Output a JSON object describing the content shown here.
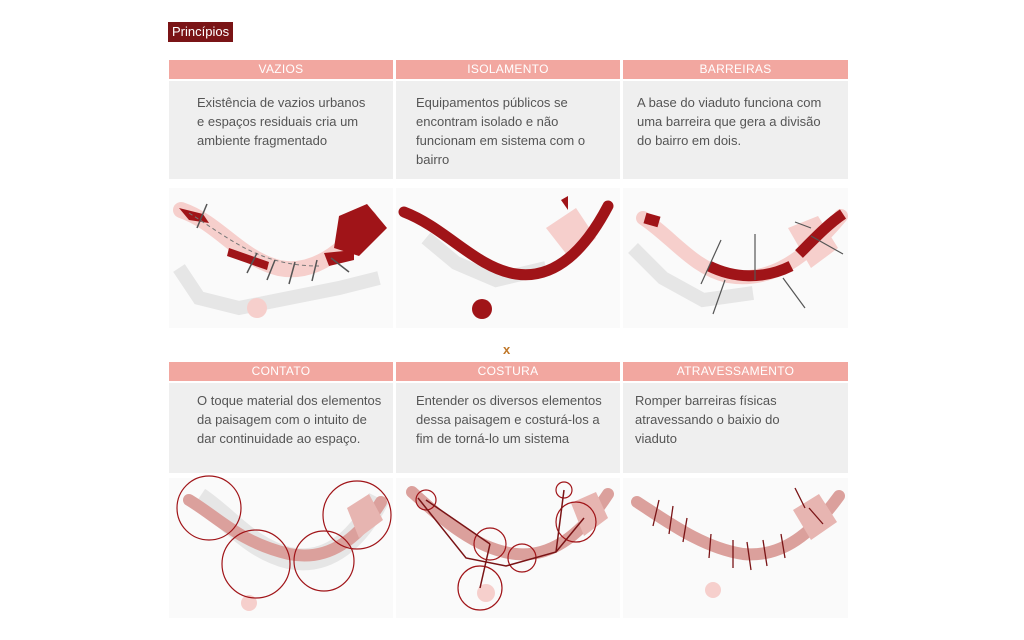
{
  "title": "Princípios",
  "separator": "x",
  "colors": {
    "dark_red": "#a01418",
    "pink": "#f2a7a0",
    "light_pink": "#f6cfcc",
    "panel_gray": "#efefef"
  },
  "row1": [
    {
      "header": "VAZIOS",
      "description": "Existência de vazios urbanos e espaços residuais cria um ambiente fragmentado"
    },
    {
      "header": "ISOLAMENTO",
      "description": "Equipamentos públicos se encontram isolado e não funcionam em sistema com o bairro"
    },
    {
      "header": "BARREIRAS",
      "description": "A base do viaduto funciona com uma barreira que gera a divisão do bairro em dois."
    }
  ],
  "row2": [
    {
      "header": "CONTATO",
      "description": "O toque material dos elementos da paisagem com o intuito de dar continuidade ao espaço."
    },
    {
      "header": "COSTURA",
      "description": "Entender os diversos elementos dessa paisagem e costurá-los a fim de torná-lo um sistema"
    },
    {
      "header": "ATRAVESSAMENTO",
      "description": "Romper barreiras físicas atravessando o baixio do viaduto"
    }
  ]
}
